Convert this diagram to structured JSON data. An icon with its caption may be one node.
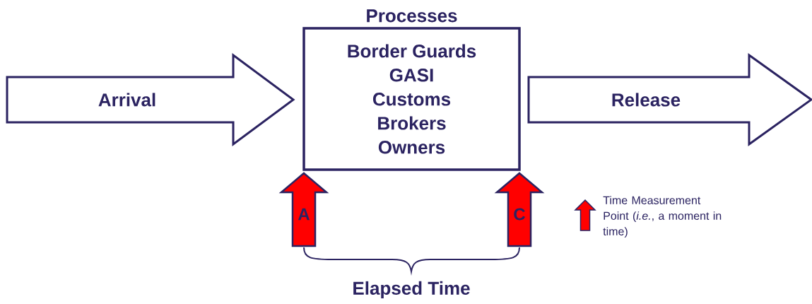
{
  "diagram": {
    "nodes": [
      {
        "text": [
          "Arrival"
        ]
      },
      {
        "text": [
          "Processes",
          "Border Guards",
          "GASI",
          "Customs",
          "Brokers",
          "Owners"
        ]
      },
      {
        "text": [
          "Release"
        ]
      },
      {
        "text": [
          "A"
        ]
      },
      {
        "text": [
          "C"
        ]
      }
    ],
    "labels": [
      "Elapsed Time"
    ],
    "legend": [
      {
        "text": "Time Measurement Point (*i.e.*, a moment in time)"
      }
    ]
  }
}
